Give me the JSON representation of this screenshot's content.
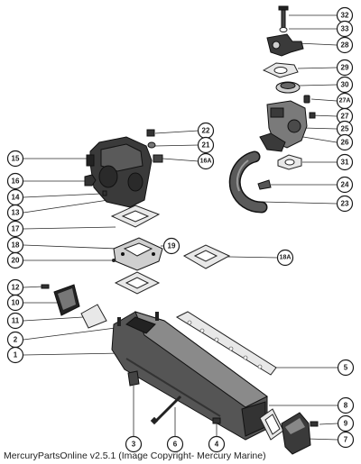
{
  "footer": "MercuryPartsOnline v2.5.1 (Image Copyright- Mercury Marine)",
  "callouts": [
    "32",
    "33",
    "28",
    "29",
    "30",
    "27A",
    "27",
    "25",
    "26",
    "31",
    "24",
    "23",
    "22",
    "21",
    "16A",
    "15",
    "16",
    "14",
    "13",
    "17",
    "18",
    "19",
    "20",
    "18A",
    "12",
    "10",
    "11",
    "2",
    "1",
    "5",
    "8",
    "9",
    "7",
    "3",
    "6",
    "4"
  ]
}
